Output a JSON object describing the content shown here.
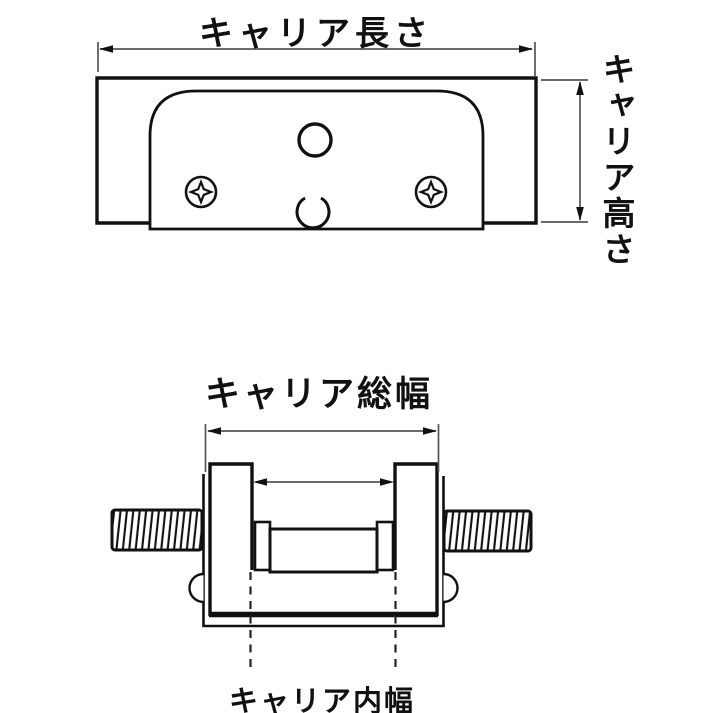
{
  "drawing": {
    "background": "#ffffff",
    "line_color": "#111111",
    "dim_line_color": "#555555",
    "labels": {
      "carrier_length": "キャリア長さ",
      "carrier_height": "キャリア高さ",
      "carrier_total_width": "キャリア総幅",
      "carrier_inner_width": "キャリア内幅"
    }
  }
}
